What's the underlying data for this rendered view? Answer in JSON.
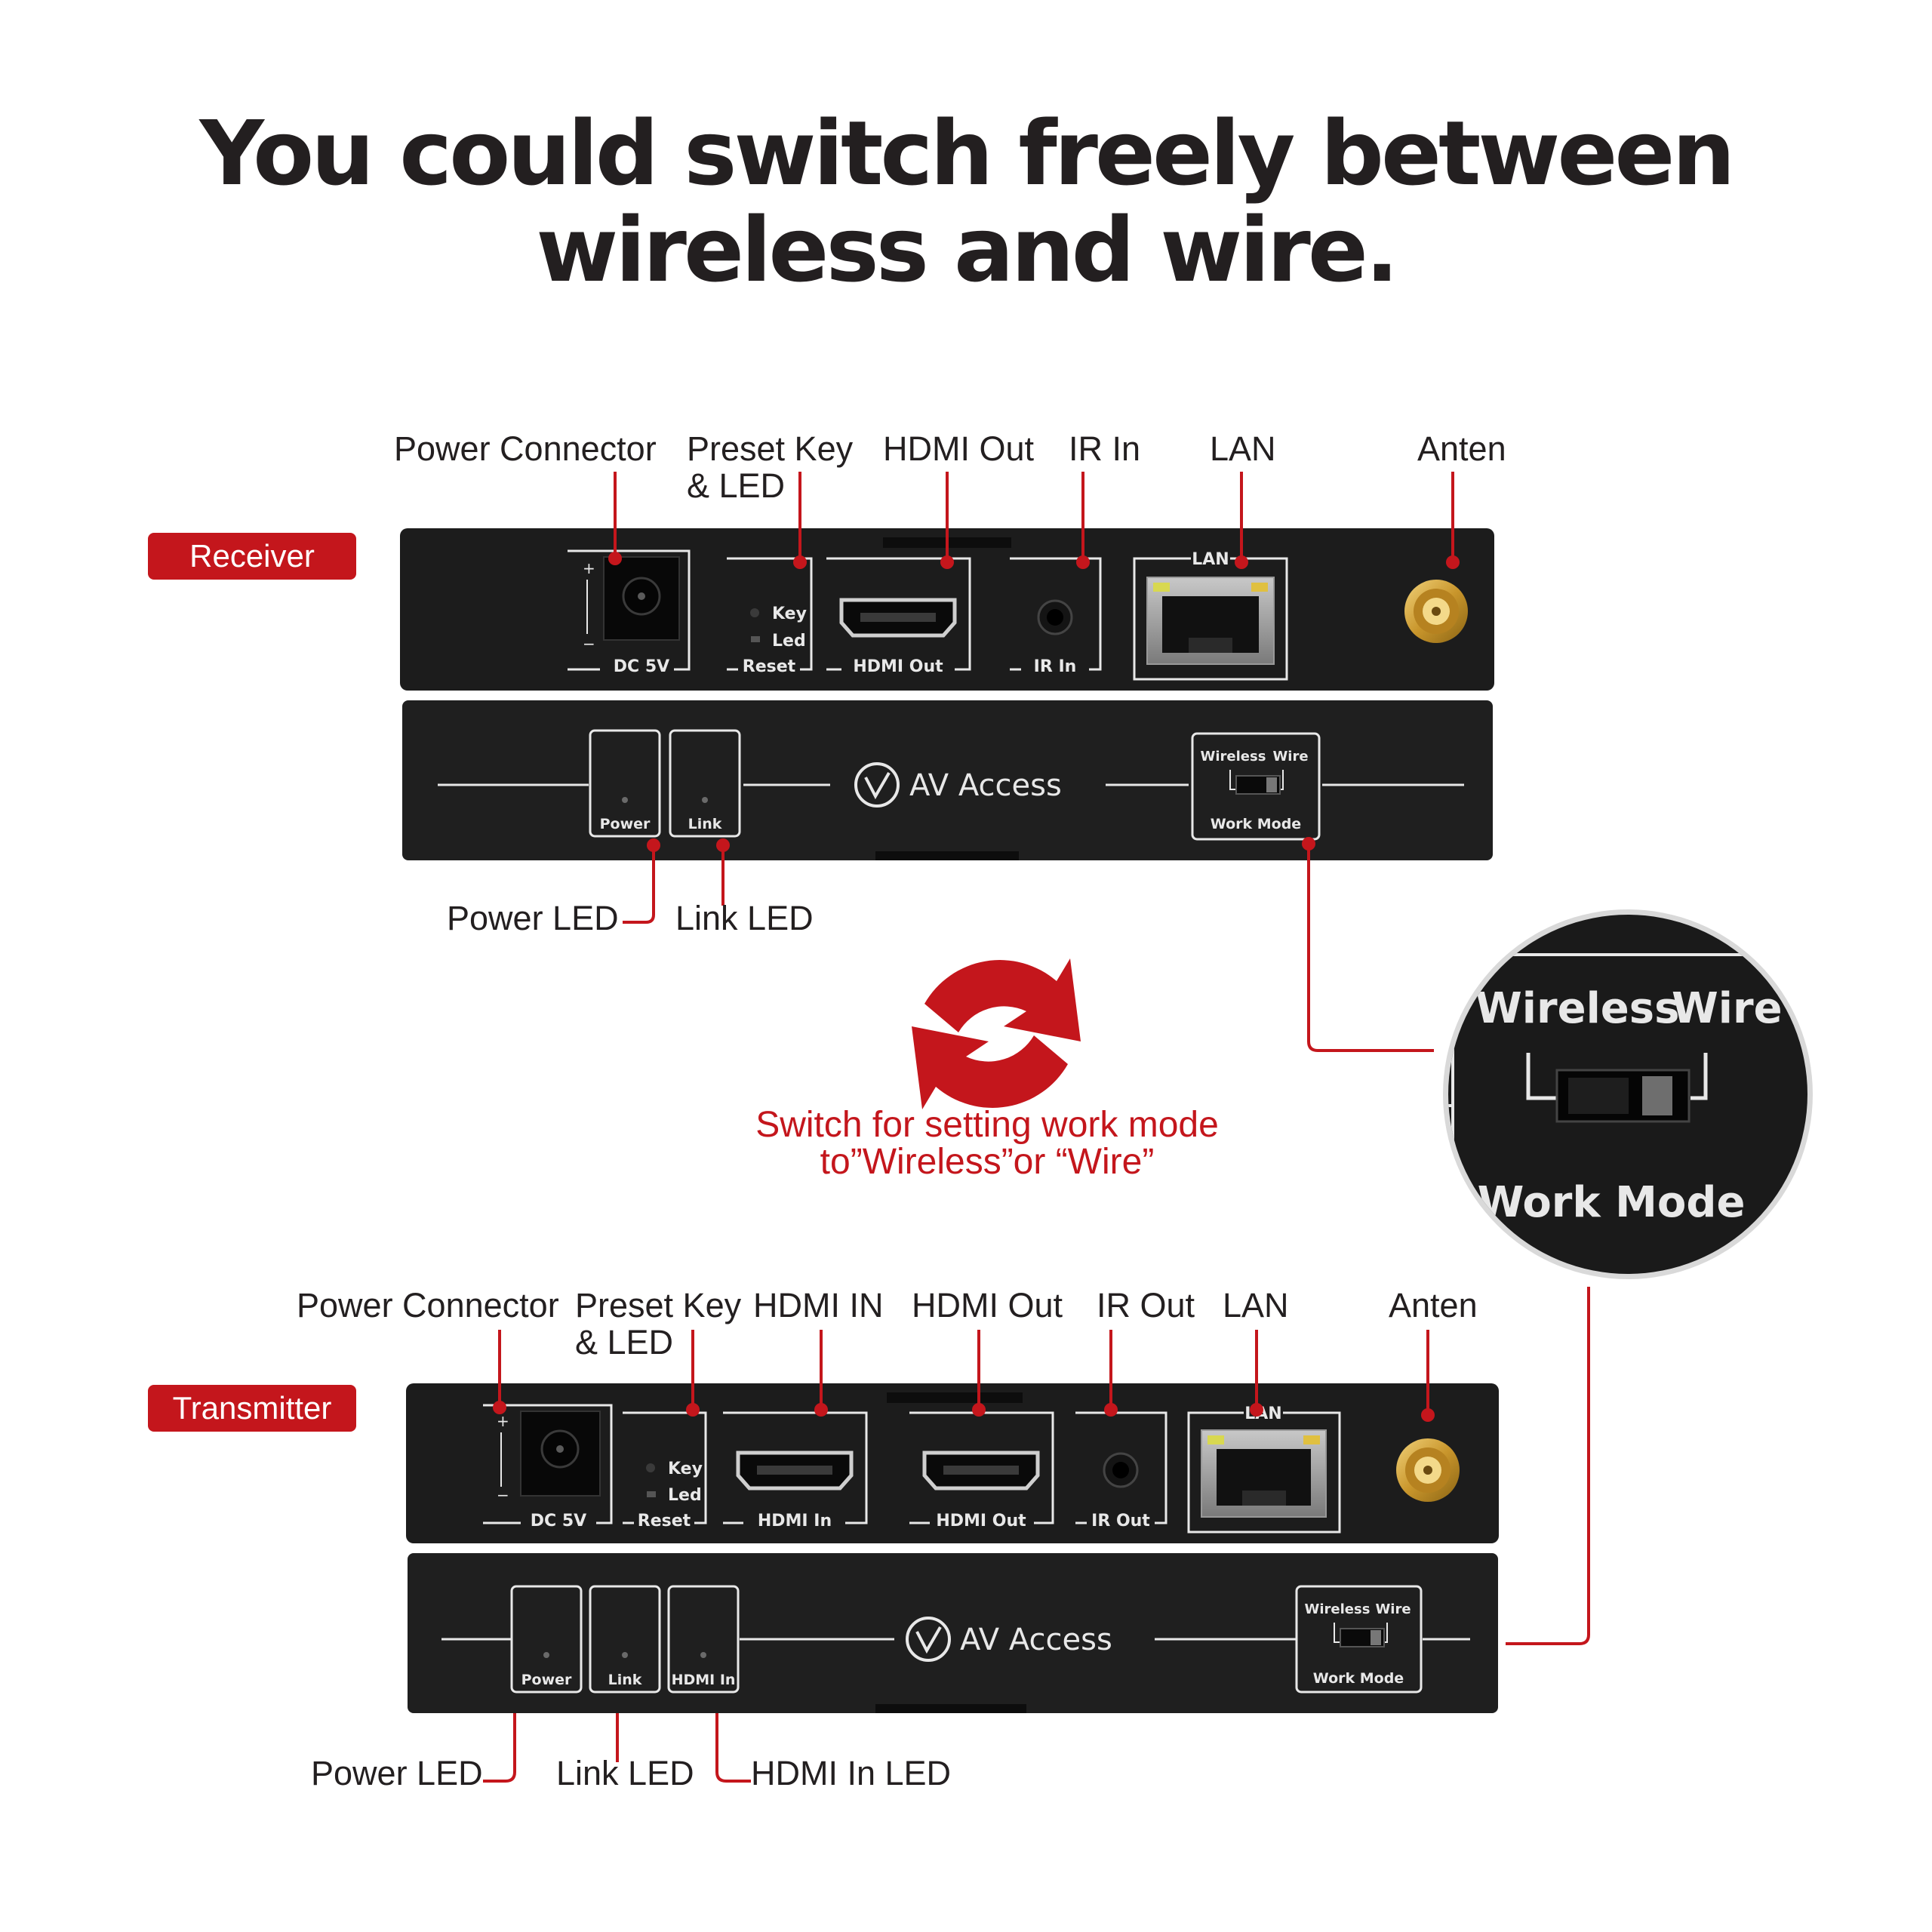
{
  "headline": {
    "line1": "You could switch freely between",
    "line2": "wireless and wire."
  },
  "receiver": {
    "tag": "Receiver",
    "callouts": {
      "power_connector": "Power Connector",
      "preset_key_1": "Preset Key",
      "preset_key_2": "& LED",
      "hdmi_out": "HDMI Out",
      "ir_in": "IR In",
      "lan": "LAN",
      "anten": "Anten",
      "power_led": "Power LED",
      "link_led": "Link LED"
    },
    "panel": {
      "dc": "DC 5V",
      "key": "Key",
      "led": "Led",
      "reset": "Reset",
      "hdmi_out": "HDMI Out",
      "ir_in": "IR In",
      "lan": "LAN",
      "power": "Power",
      "link": "Link",
      "brand": "AV Access",
      "wireless": "Wireless",
      "wire": "Wire",
      "work_mode": "Work Mode"
    }
  },
  "transmitter": {
    "tag": "Transmitter",
    "callouts": {
      "power_connector": "Power Connector",
      "preset_key_1": "Preset Key",
      "preset_key_2": "& LED",
      "hdmi_in": "HDMI IN",
      "hdmi_out": "HDMI Out",
      "ir_out": "IR Out",
      "lan": "LAN",
      "anten": "Anten",
      "power_led": "Power LED",
      "link_led": "Link LED",
      "hdmi_in_led": "HDMI In LED"
    },
    "panel": {
      "dc": "DC 5V",
      "key": "Key",
      "led": "Led",
      "reset": "Reset",
      "hdmi_in": "HDMI In",
      "hdmi_out": "HDMI Out",
      "ir_out": "IR Out",
      "lan": "LAN",
      "power": "Power",
      "link": "Link",
      "hdmi_in_led": "HDMI In",
      "brand": "AV Access",
      "wireless": "Wireless",
      "wire": "Wire",
      "work_mode": "Work Mode"
    }
  },
  "switch_note": {
    "line1": "Switch for setting work mode",
    "line2": "to”Wireless”or “Wire”"
  },
  "zoom": {
    "wireless": "Wireless",
    "wire": "Wire",
    "work_mode": "Work Mode"
  },
  "colors": {
    "accent_red": "#c4161c",
    "device_black": "#1c1c1c",
    "silkscreen": "#e8e8e8",
    "text_dark": "#231f20"
  }
}
